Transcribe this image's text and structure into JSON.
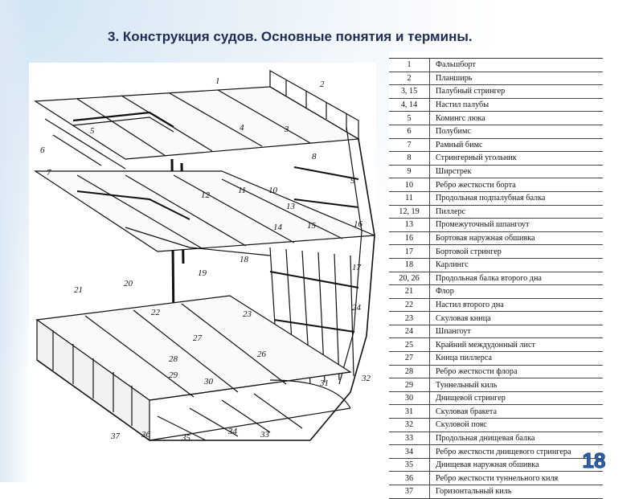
{
  "slide": {
    "title": "3. Конструкция судов. Основные понятия и термины.",
    "page_number": "18"
  },
  "drawing": {
    "labels": [
      "1",
      "2",
      "3",
      "4",
      "5",
      "6",
      "7",
      "8",
      "9",
      "10",
      "11",
      "12",
      "13",
      "14",
      "15",
      "16",
      "17",
      "18",
      "19",
      "20",
      "21",
      "22",
      "23",
      "24",
      "26",
      "27",
      "28",
      "29",
      "30",
      "31",
      "32",
      "33",
      "34",
      "35",
      "36",
      "37"
    ]
  },
  "legend": {
    "header_text": "",
    "rows": [
      {
        "num": "1",
        "term": "Фальшборт"
      },
      {
        "num": "2",
        "term": "Планширь"
      },
      {
        "num": "3, 15",
        "term": "Палубный стрингер"
      },
      {
        "num": "4, 14",
        "term": "Настил палубы"
      },
      {
        "num": "5",
        "term": "Комингс люка"
      },
      {
        "num": "6",
        "term": "Полубимс"
      },
      {
        "num": "7",
        "term": "Рамный бимс"
      },
      {
        "num": "8",
        "term": "Стрингерный угольник"
      },
      {
        "num": "9",
        "term": "Ширстрек"
      },
      {
        "num": "10",
        "term": "Ребро жесткости борта"
      },
      {
        "num": "11",
        "term": "Продольная подпалубная балка"
      },
      {
        "num": "12, 19",
        "term": "Пиллерс"
      },
      {
        "num": "13",
        "term": "Промежуточный шпангоут"
      },
      {
        "num": "16",
        "term": "Бортовая наружная обшивка"
      },
      {
        "num": "17",
        "term": "Бортовой стрингер"
      },
      {
        "num": "18",
        "term": "Карлингс"
      },
      {
        "num": "20, 26",
        "term": "Продольная балка второго дна"
      },
      {
        "num": "21",
        "term": "Флор"
      },
      {
        "num": "22",
        "term": "Настил второго дна"
      },
      {
        "num": "23",
        "term": "Скуловая кница"
      },
      {
        "num": "24",
        "term": "Шпангоут"
      },
      {
        "num": "25",
        "term": "Крайний междудонный лист"
      },
      {
        "num": "27",
        "term": "Кница пиллерса"
      },
      {
        "num": "28",
        "term": "Ребро жесткости флора"
      },
      {
        "num": "29",
        "term": "Туннельный киль"
      },
      {
        "num": "30",
        "term": "Днищевой стрингер"
      },
      {
        "num": "31",
        "term": "Скуловая бракета"
      },
      {
        "num": "32",
        "term": "Скуловой пояс"
      },
      {
        "num": "33",
        "term": "Продольная днищевая балка"
      },
      {
        "num": "34",
        "term": "Ребро жесткости днищевого стрингера"
      },
      {
        "num": "35",
        "term": "Днищевая наружная обшивка"
      },
      {
        "num": "36",
        "term": "Ребро жесткости туннельного киля"
      },
      {
        "num": "37",
        "term": "Горизонтальный киль"
      }
    ]
  }
}
